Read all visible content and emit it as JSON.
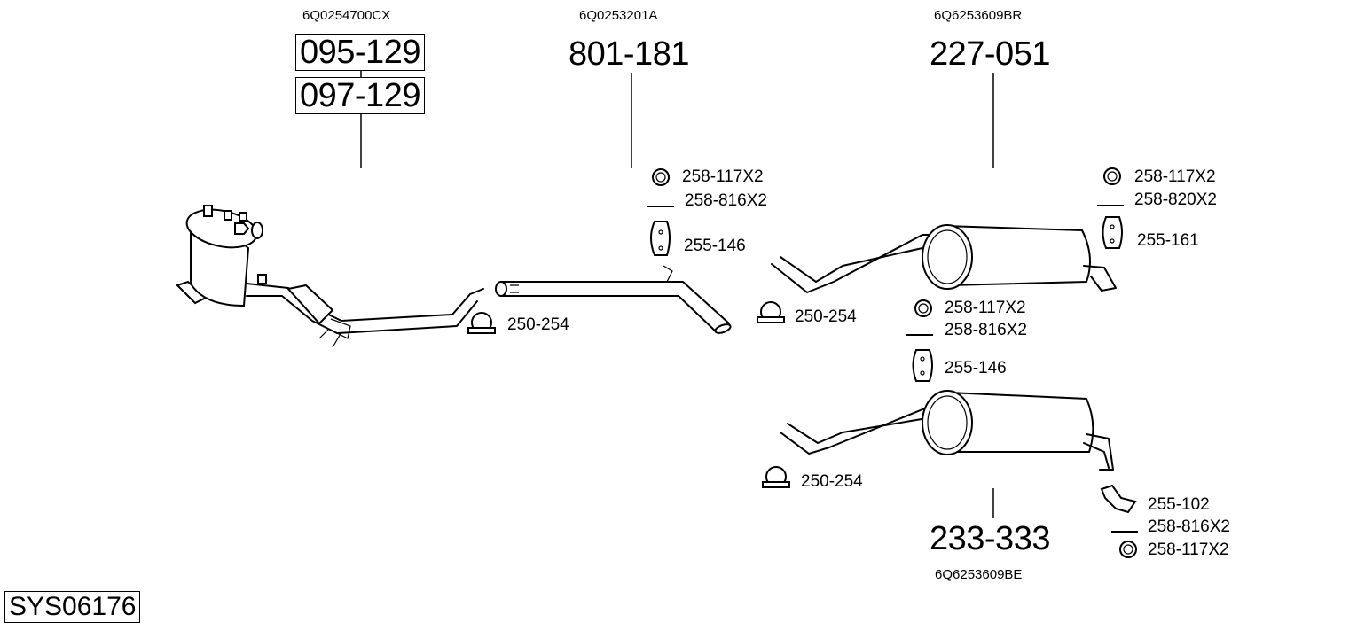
{
  "diagram": {
    "system_id": "SYS06176",
    "parts": [
      {
        "oem": "6Q0254700CX",
        "part_numbers": [
          "095-129",
          "097-129"
        ],
        "component": "diesel-particulate-filter"
      },
      {
        "oem": "6Q0253201A",
        "part_numbers": [
          "801-181"
        ],
        "component": "intermediate-pipe"
      },
      {
        "oem": "6Q6253609BR",
        "part_numbers": [
          "227-051"
        ],
        "component": "rear-silencer-single"
      },
      {
        "oem": "6Q6253609BE",
        "part_numbers": [
          "233-333"
        ],
        "component": "rear-silencer-twin"
      }
    ],
    "fittings": {
      "clamp_a": {
        "code": "250-254",
        "icon": "clamp-icon"
      },
      "clamp_b": {
        "code": "250-254",
        "icon": "clamp-icon"
      },
      "clamp_c": {
        "code": "250-254",
        "icon": "clamp-icon"
      },
      "group1": [
        {
          "code": "258-117X2",
          "icon": "washer-icon"
        },
        {
          "code": "258-816X2",
          "icon": "bolt-icon"
        },
        {
          "code": "255-146",
          "icon": "rubber-hanger-icon"
        }
      ],
      "group2": [
        {
          "code": "258-117X2",
          "icon": "washer-icon"
        },
        {
          "code": "258-820X2",
          "icon": "bolt-icon"
        },
        {
          "code": "255-161",
          "icon": "rubber-hanger-icon"
        }
      ],
      "group3": [
        {
          "code": "258-117X2",
          "icon": "washer-icon"
        },
        {
          "code": "258-816X2",
          "icon": "bolt-icon"
        },
        {
          "code": "255-146",
          "icon": "rubber-hanger-icon"
        }
      ],
      "group4": [
        {
          "code": "255-102",
          "icon": "bracket-icon"
        },
        {
          "code": "258-816X2",
          "icon": "bolt-icon"
        },
        {
          "code": "258-117X2",
          "icon": "washer-icon"
        }
      ]
    }
  }
}
